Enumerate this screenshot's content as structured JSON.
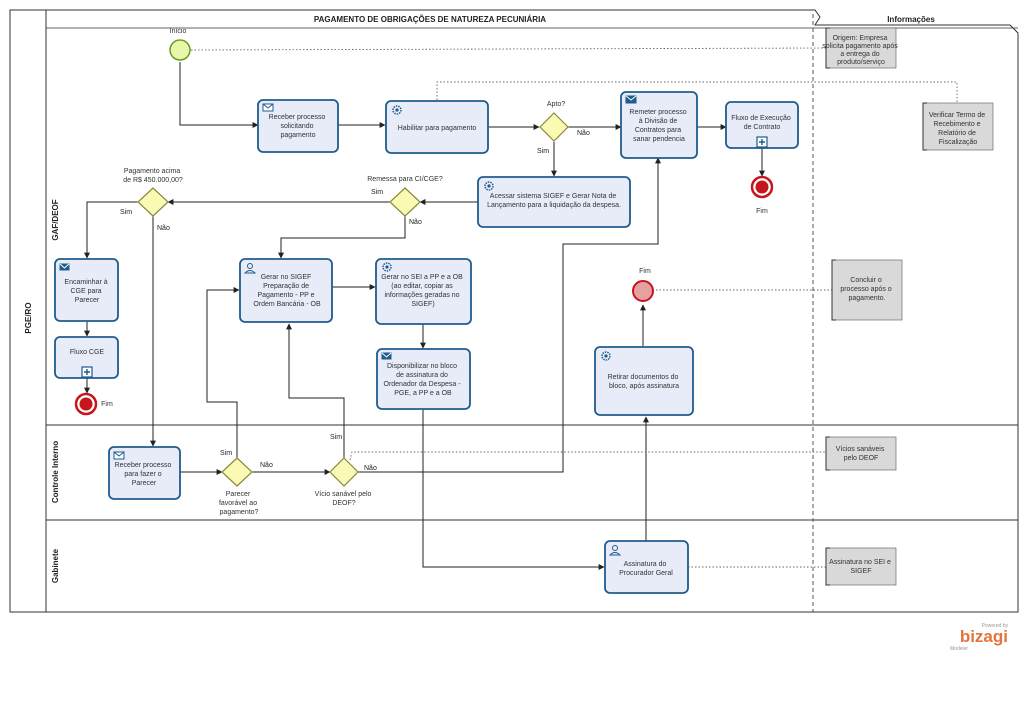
{
  "pool": {
    "title": "PAGAMENTO DE OBRIGAÇÕES DE NATUREZA PECUNIÁRIA",
    "name": "PGE/RO",
    "info_title": "Informações"
  },
  "lanes": [
    "GAF/DEOF",
    "Controle Interno",
    "Gabinete"
  ],
  "events": {
    "start": "Início",
    "end_contract": "Fim",
    "end_cge": "Fim",
    "end_main": "Fim"
  },
  "tasks": {
    "receber": [
      "Receber processo",
      "solicitando",
      "pagamento"
    ],
    "habilitar": [
      "Habilitar para pagamento"
    ],
    "remeter": [
      "Remeter processo",
      "à Divisão de",
      "Contratos para",
      "sanar pendencia"
    ],
    "fluxo_exec": [
      "Fluxo de Execução",
      "de Contrato"
    ],
    "acessar": [
      "Acessar sistema SIGEF e Gerar Nota de",
      "Lançamento para a liquidação da despesa."
    ],
    "encaminhar": [
      "Encaminhar à",
      "CGE para",
      "Parecer"
    ],
    "fluxo_cge": [
      "Fluxo CGE"
    ],
    "gerar_sigef": [
      "Gerar no SIGEF",
      "Preparação de",
      "Pagamento - PP e",
      "Ordem Bancária - OB"
    ],
    "gerar_sei": [
      "Gerar no SEI a PP e a OB",
      "(ao editar, copiar as",
      "informações geradas no",
      "SIGEF)"
    ],
    "disponibilizar": [
      "Disponibilizar no bloco",
      "de assinatura do",
      "Ordenador da Despesa -",
      "PGE, a PP e a OB"
    ],
    "retirar": [
      "Retirar documentos do",
      "bloco, após assinatura"
    ],
    "receber_parecer": [
      "Receber processo",
      "para fazer o",
      "Parecer"
    ],
    "assinatura": [
      "Assinatura do",
      "Procurador Geral"
    ]
  },
  "gateways": {
    "apto": "Apto?",
    "remessa": "Remessa para CI/CGE?",
    "pagamento": [
      "Pagamento acima",
      "de R$ 450.000,00?"
    ],
    "parecer": [
      "Parecer",
      "favorável ao",
      "pagamento?"
    ],
    "vicio": [
      "Vício sanável pelo",
      "DEOF?"
    ]
  },
  "flow_labels": {
    "apto_nao": "Não",
    "apto_sim": "Sim",
    "remessa_sim": "Sim",
    "remessa_nao": "Não",
    "pag_sim": "Sim",
    "pag_nao": "Não",
    "parecer_sim": "Sim",
    "parecer_nao": "Não",
    "vicio_sim": "Sim",
    "vicio_nao": "Não"
  },
  "annotations": {
    "origem": [
      "Origem: Empresa",
      "solicita pagamento após",
      "a entrega do",
      "produto/serviço"
    ],
    "verificar": [
      "Verificar Termo de",
      "Recebimento e",
      "Relatório de",
      "Fiscalização"
    ],
    "concluir": [
      "Concluir o",
      "processo após o",
      "pagamento."
    ],
    "vicios": [
      "Vícios sanáveis",
      "pelo DEOF"
    ],
    "assinatura": [
      "Assinatura no SEI e",
      "SIGEF"
    ]
  },
  "brand": {
    "powered": "Powered by",
    "name": "bizagi",
    "product": "Modeler"
  },
  "colors": {
    "task_fill": "#e8ecf8",
    "task_stroke": "#1f5c8c",
    "gateway_fill": "#fafab4",
    "gateway_stroke": "#8a8a3a",
    "start_fill": "#e9f7a9",
    "start_stroke": "#6e9a2a",
    "end_fill": "#c4161c",
    "end_msg_fill": "#e7a0a0",
    "annotation_fill": "#d9d9d9",
    "brand": "#e4743c"
  }
}
